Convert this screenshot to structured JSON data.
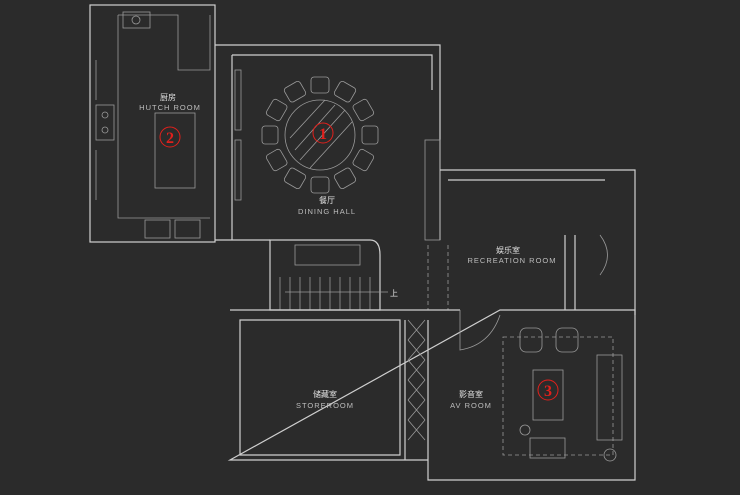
{
  "rooms": {
    "kitchen": {
      "cn": "厨房",
      "en": "HUTCH ROOM",
      "marker": "2"
    },
    "dining": {
      "cn": "餐厅",
      "en": "DINING HALL",
      "marker": "1"
    },
    "recreation": {
      "cn": "娱乐室",
      "en": "RECREATION ROOM"
    },
    "storeroom": {
      "cn": "储藏室",
      "en": "STOREROOM"
    },
    "av": {
      "cn": "影音室",
      "en": "AV ROOM",
      "marker": "3"
    }
  },
  "stair": {
    "up_label": "上"
  },
  "dining_chairs": 12,
  "colors": {
    "background": "#2b2b2b",
    "wall": "#cfcfcf",
    "marker": "#e0201c"
  }
}
